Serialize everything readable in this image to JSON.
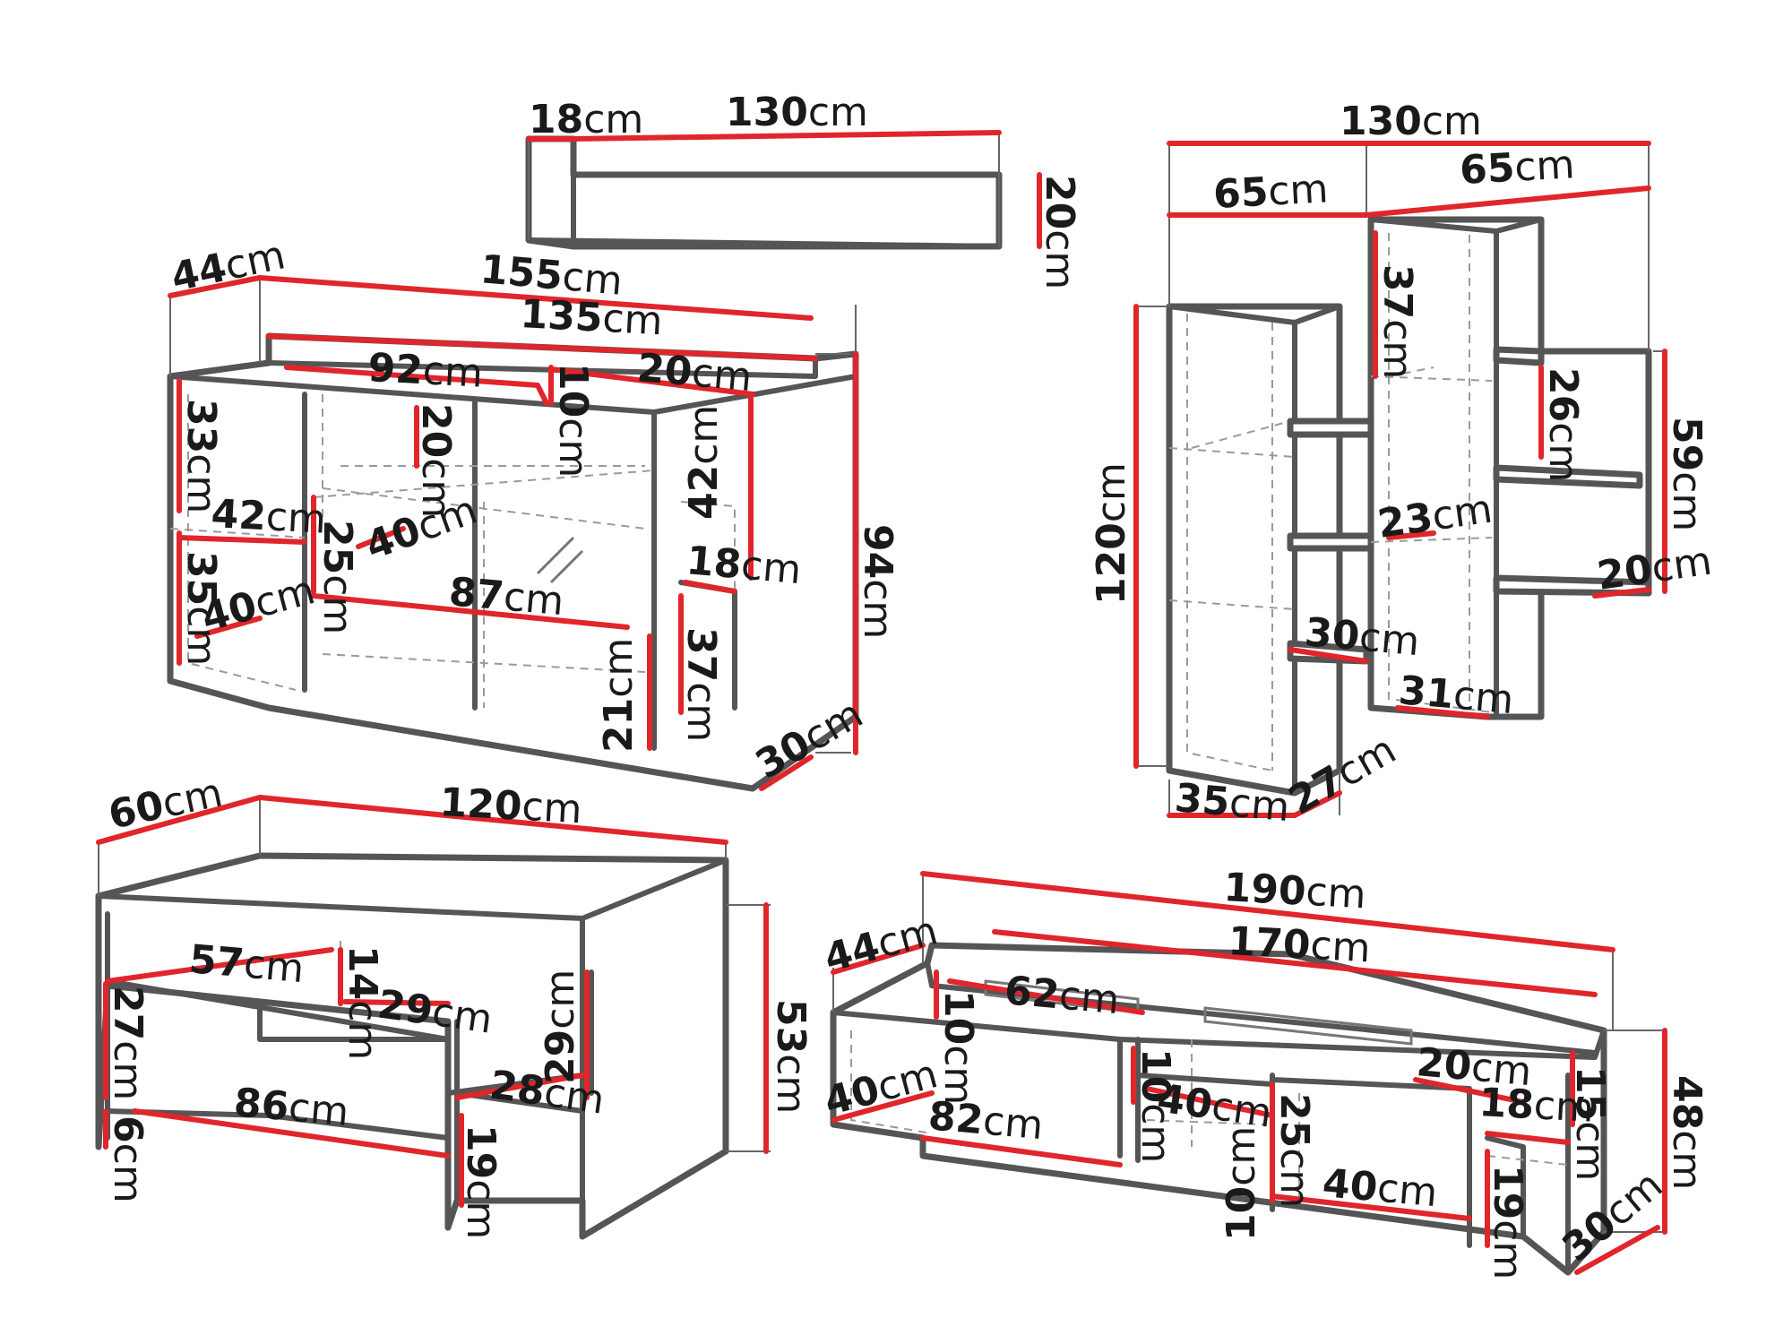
{
  "colors": {
    "dimension_line": "#e0262b",
    "outline": "#555555",
    "text": "#1a1a1a",
    "background": "#ffffff"
  },
  "unit": "cm",
  "sideboard": {
    "depth": "44",
    "width_total": "155",
    "width_top": "135",
    "shelf_left_top": "33",
    "shelf_left_bottom": "35",
    "opening_inner_top": "20",
    "opening_middle": "25",
    "inner_depth_left": "42",
    "inner_depth_left_low": "40",
    "inner_depth_mid": "40",
    "top_niche": "92",
    "top_niche_height": "10",
    "top_right": "20",
    "right_opening": "42",
    "right_small_depth": "18",
    "height": "94",
    "middle_width": "87",
    "right_lower_height": "37",
    "bottom_compartment": "21",
    "foot_depth": "30"
  },
  "wall_shelf": {
    "depth": "18",
    "width": "130",
    "height": "20"
  },
  "wall_unit": {
    "total_width": "130",
    "left_width": "65",
    "right_width": "65",
    "left_height": "120",
    "right_upper_compartment": "37",
    "side_shelf_gap": "26",
    "side_height": "59",
    "inner_shelf_depth": "23",
    "side_shelf_depth": "20",
    "mid_shelf_depth": "30",
    "right_bottom_depth": "31",
    "base_width": "35",
    "base_depth": "27"
  },
  "coffee_table": {
    "depth": "60",
    "width": "120",
    "height": "53",
    "left_opening_width": "57",
    "opening_height": "14",
    "right_opening_width": "29",
    "left_opening_height": "27",
    "right_opening_height": "29",
    "shelf_width": "86",
    "side_shelf_width": "28",
    "lower_height": "19",
    "foot_height": "6"
  },
  "tv_stand": {
    "depth": "44",
    "width_total": "190",
    "width_top": "170",
    "top_left_niche": "62",
    "top_left_height": "10",
    "left_compartment_depth": "40",
    "left_compartment_width": "82",
    "mid_divider_height": "10",
    "mid_compartment": "40",
    "right_compartment_height": "25",
    "right_compartment_width": "40",
    "bottom_height": "10",
    "top_right_niche": "20",
    "right_small": "18",
    "right_height": "15",
    "total_height": "48",
    "right_foot_height": "19",
    "foot_depth": "30"
  }
}
